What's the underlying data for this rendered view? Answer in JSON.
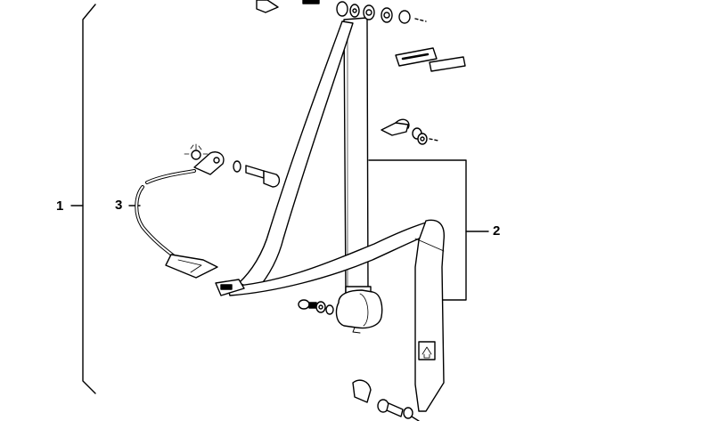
{
  "callouts": {
    "one": "1",
    "two": "2",
    "three": "3"
  },
  "colors": {
    "line": "#000000",
    "background": "#ffffff",
    "part_fill": "#ffffff",
    "dark_fill": "#000000"
  },
  "parts": [
    "seat-belt-assembly",
    "lower-belt-assembly",
    "buckle-cable",
    "upper-anchor-cover",
    "adjuster-trim",
    "retractor",
    "webbing",
    "buckle",
    "bolt",
    "washer",
    "nut"
  ]
}
